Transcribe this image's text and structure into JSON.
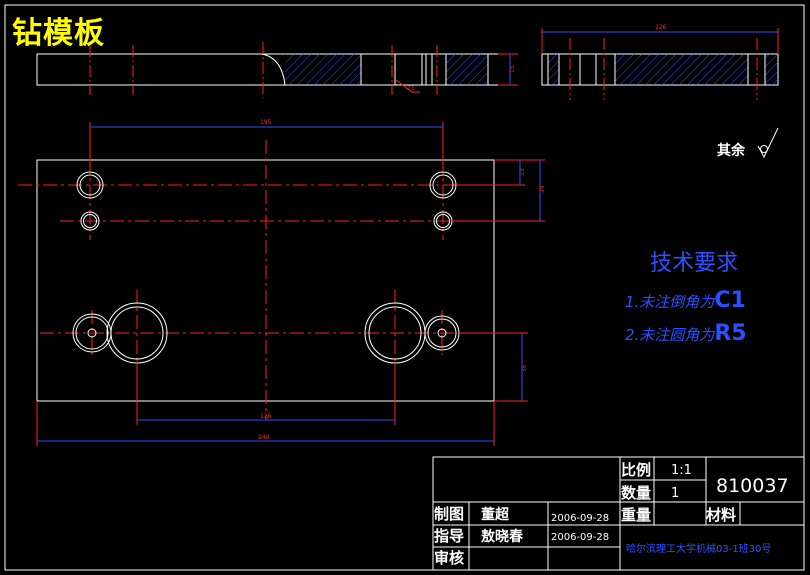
{
  "drawing": {
    "title": "钻模板",
    "dims": {
      "d195": "195",
      "d126": "126",
      "d240": "240",
      "d126b": "126",
      "d13": "13",
      "d39": "39",
      "d36": "36",
      "d15": "15",
      "d21": "21"
    },
    "surface_finish_label": "其余",
    "tech_req": {
      "heading": "技术要求",
      "line1": "1.未注倒角为",
      "line1_big": "C1",
      "line2": "2.未注圆角为",
      "line2_big": "R5"
    }
  },
  "title_block": {
    "scale_label": "比例",
    "scale_value": "1:1",
    "qty_label": "数量",
    "qty_value": "1",
    "drawing_no": "810037",
    "weight_label": "重量",
    "material_label": "材料",
    "drawn_label": "制图",
    "drawn_name": "董超",
    "drawn_date": "2006-09-28",
    "guide_label": "指导",
    "guide_name": "敖晓春",
    "guide_date": "2006-09-28",
    "review_label": "审核",
    "school": "哈尔滨理工大学机械03-1班30号"
  }
}
